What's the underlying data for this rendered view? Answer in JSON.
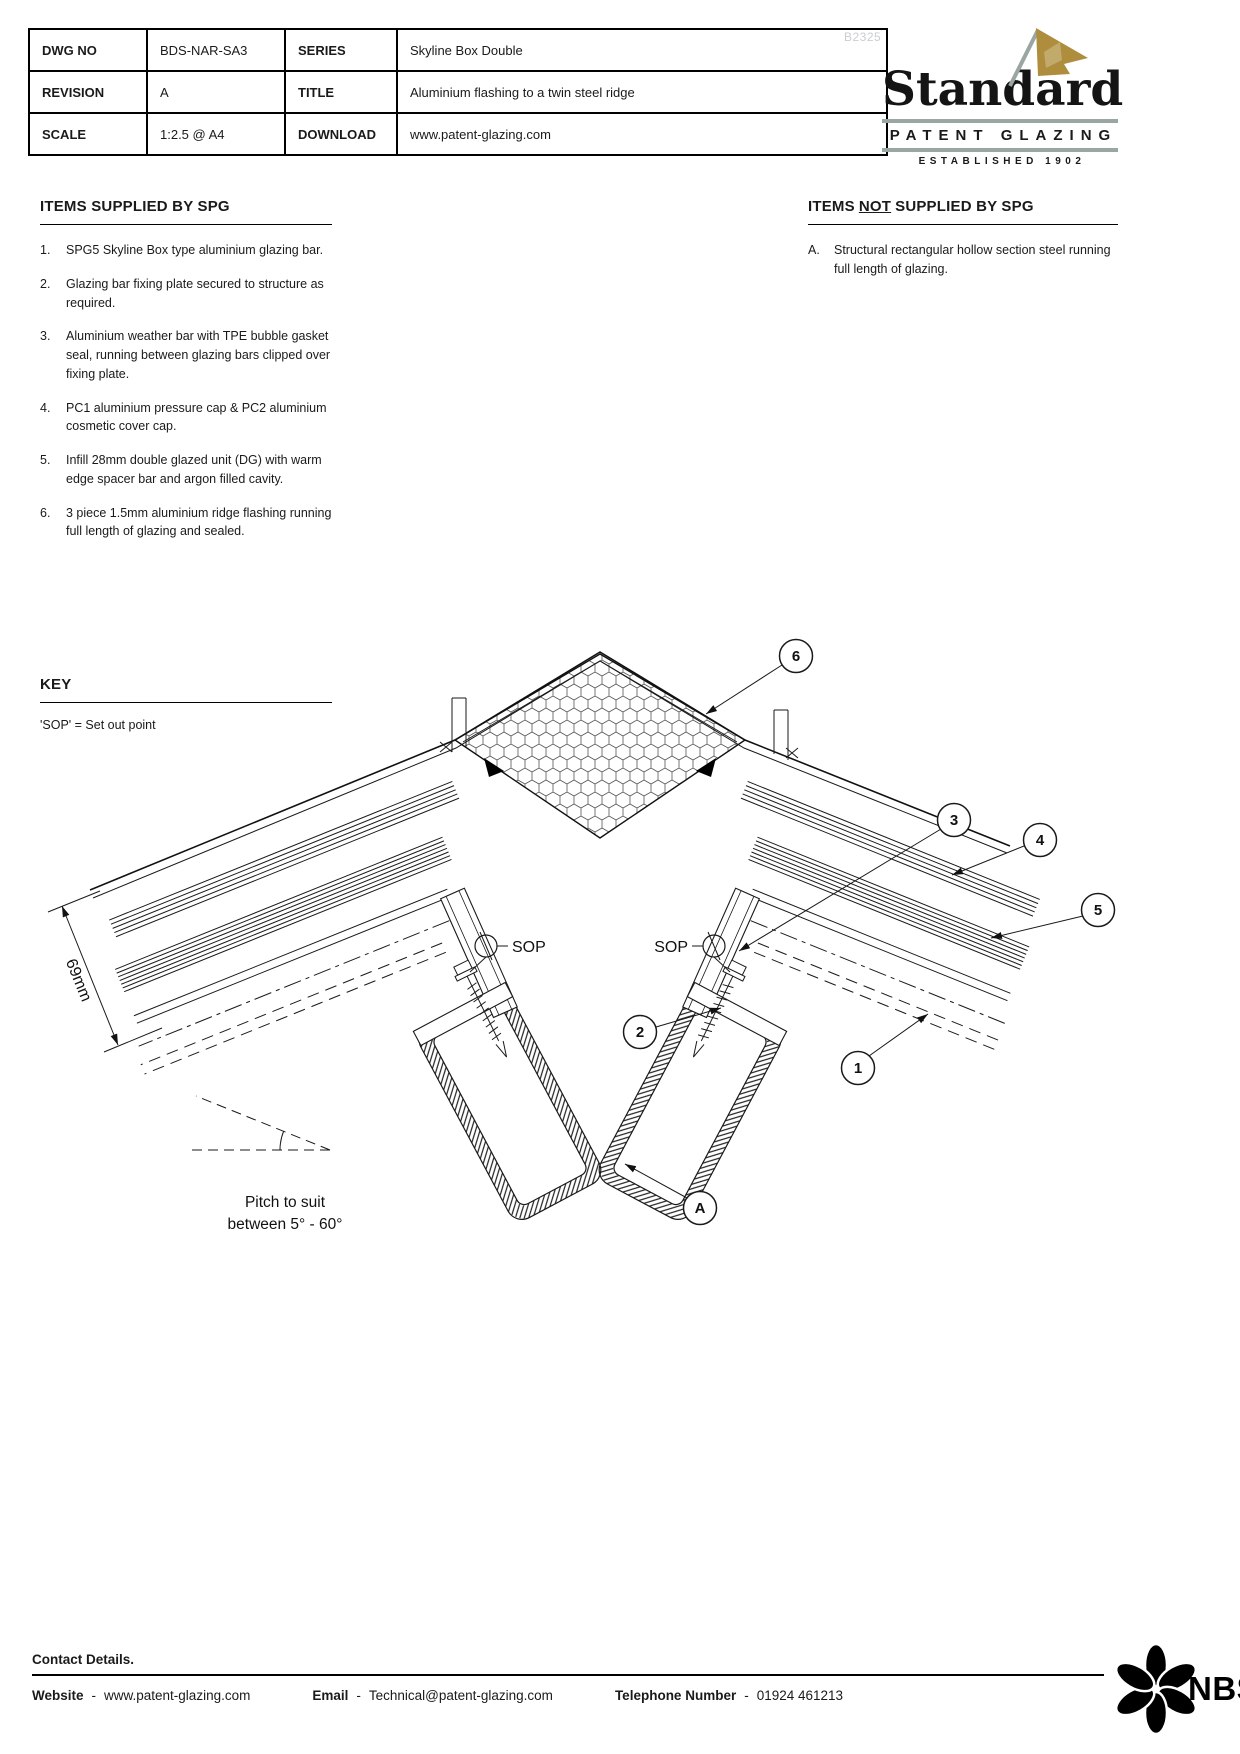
{
  "watermark": "B2325",
  "title_block": {
    "rows": [
      {
        "label1": "DWG NO",
        "value1": "BDS-NAR-SA3",
        "label2": "SERIES",
        "value2": "Skyline Box Double"
      },
      {
        "label1": "REVISION",
        "value1": "A",
        "label2": "TITLE",
        "value2": "Aluminium flashing to a twin steel ridge"
      },
      {
        "label1": "SCALE",
        "value1": "1:2.5 @ A4",
        "label2": "DOWNLOAD",
        "value2": "www.patent-glazing.com"
      }
    ]
  },
  "logo": {
    "name": "Standard",
    "tagline": "PATENT GLAZING",
    "established": "ESTABLISHED 1902",
    "gold": "#AE8E3C",
    "gray": "#9AA6A2"
  },
  "supplied": {
    "heading": "ITEMS SUPPLIED BY SPG",
    "items": [
      {
        "num": "1.",
        "text": "SPG5 Skyline Box type aluminium glazing bar."
      },
      {
        "num": "2.",
        "text": "Glazing bar fixing plate secured to structure as required."
      },
      {
        "num": "3.",
        "text": "Aluminium weather bar with TPE bubble gasket seal, running between glazing bars clipped over fixing plate."
      },
      {
        "num": "4.",
        "text": "PC1 aluminium pressure cap & PC2 aluminium cosmetic cover cap."
      },
      {
        "num": "5.",
        "text": "Infill 28mm double glazed unit (DG) with warm edge spacer bar and argon filled cavity."
      },
      {
        "num": "6.",
        "text": "3 piece 1.5mm aluminium ridge flashing running full length of glazing and sealed."
      }
    ]
  },
  "not_supplied": {
    "heading_pre": "ITEMS",
    "heading_not": "NOT",
    "heading_post": "SUPPLIED BY SPG",
    "items": [
      {
        "num": "A.",
        "text": "Structural rectangular hollow section steel running full length of glazing."
      }
    ]
  },
  "key": {
    "heading": "KEY",
    "entry": "'SOP' = Set out point"
  },
  "drawing": {
    "sop_label": "SOP",
    "dimension": "69mm",
    "pitch_line1": "Pitch to suit",
    "pitch_line2": "between 5° - 60°",
    "balloons": [
      {
        "label": "6"
      },
      {
        "label": "3"
      },
      {
        "label": "4"
      },
      {
        "label": "5"
      },
      {
        "label": "2"
      },
      {
        "label": "1"
      },
      {
        "label": "A"
      }
    ]
  },
  "footer": {
    "heading": "Contact Details.",
    "sep": "-",
    "website_label": "Website",
    "website": "www.patent-glazing.com",
    "email_label": "Email",
    "email": "Technical@patent-glazing.com",
    "phone_label": "Telephone Number",
    "phone": "01924 461213",
    "nbs": "NBS"
  }
}
